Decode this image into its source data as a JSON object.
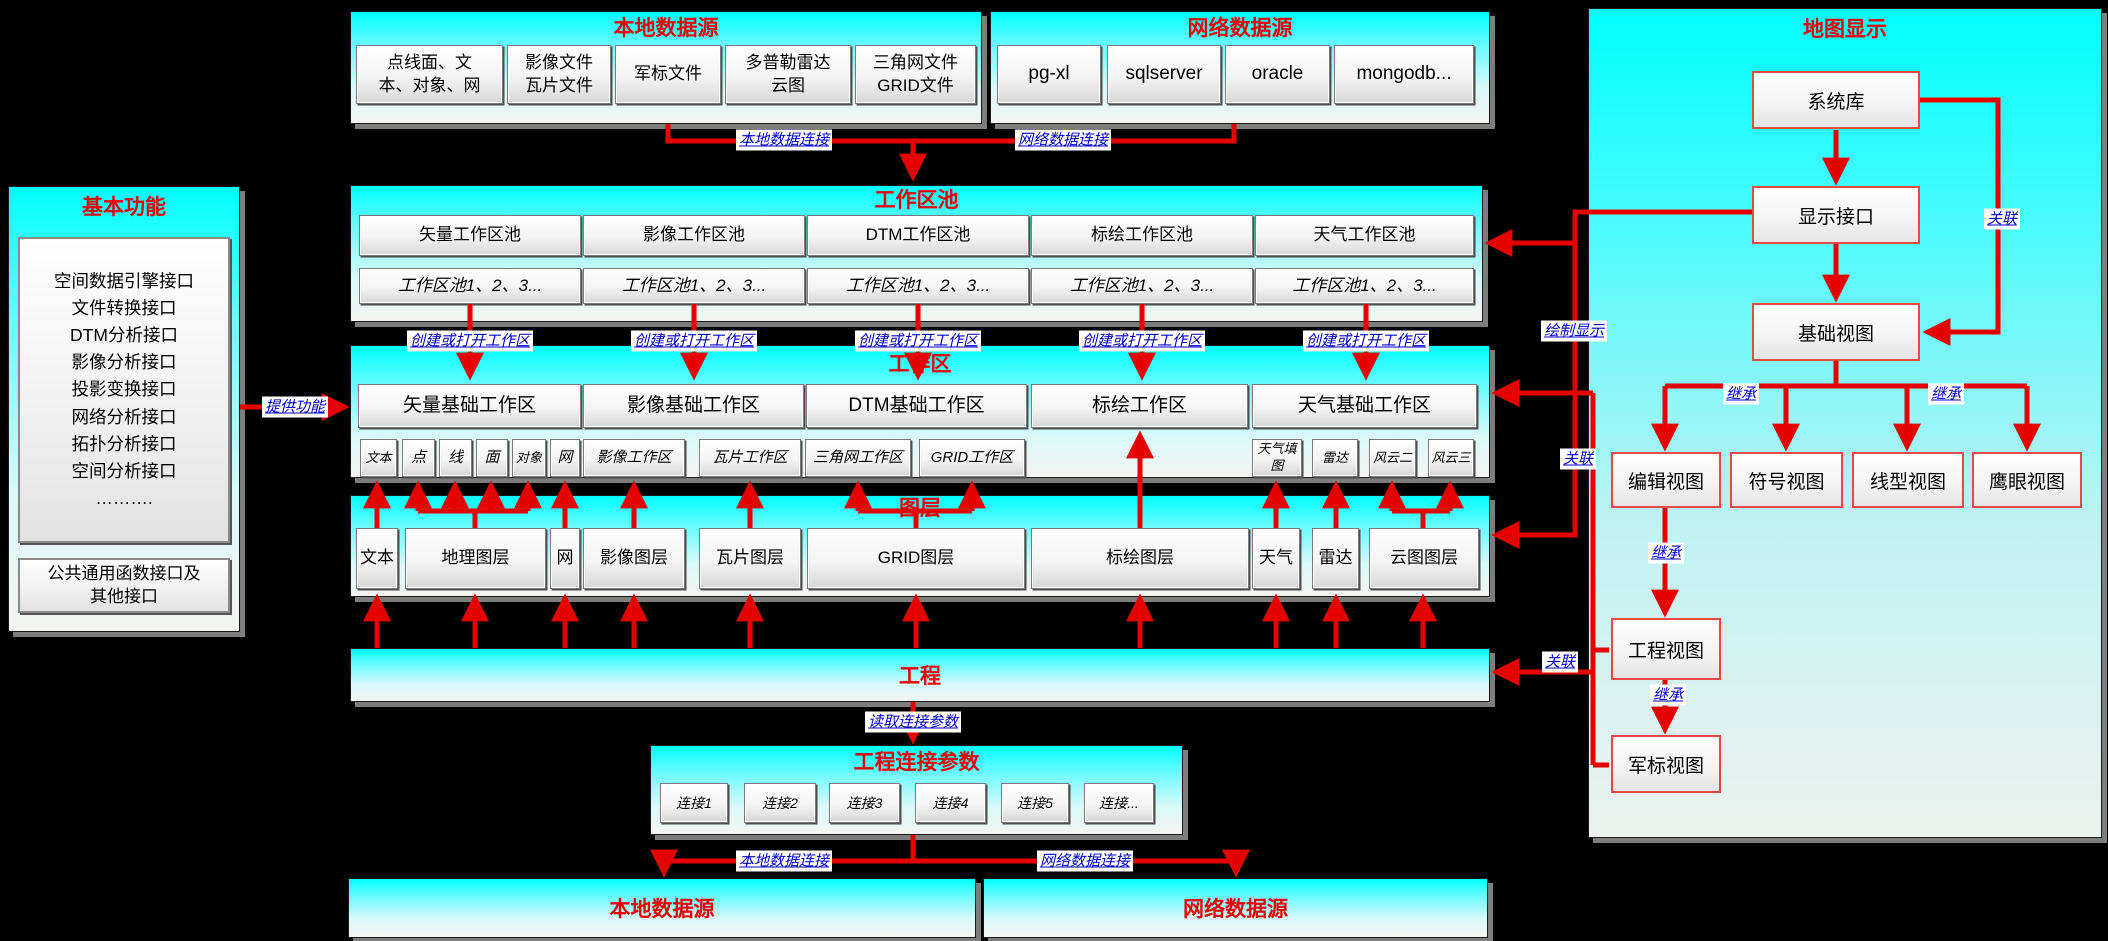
{
  "colors": {
    "background": "#000000",
    "panel_cyan": "#00feff",
    "title_red": "#e80000",
    "arrow_red": "#e60000",
    "label_blue": "#0000cc",
    "node_border_red": "#e94848"
  },
  "basic_functions": {
    "title": "基本功能",
    "interfaces": "空间数据引擎接口\n文件转换接口\nDTM分析接口\n影像分析接口\n投影变换接口\n网络分析接口\n拓扑分析接口\n空间分析接口\n……….",
    "other_box": "公共通用函数接口及\n其他接口"
  },
  "local_source_top": {
    "title": "本地数据源",
    "items": [
      "点线面、文\n本、对象、网",
      "影像文件\n瓦片文件",
      "军标文件",
      "多普勒雷达\n云图",
      "三角网文件\nGRID文件"
    ]
  },
  "network_source_top": {
    "title": "网络数据源",
    "items": [
      "pg-xl",
      "sqlserver",
      "oracle",
      "mongodb..."
    ]
  },
  "workspace_pool": {
    "title": "工作区池",
    "pools": [
      "矢量工作区池",
      "影像工作区池",
      "DTM工作区池",
      "标绘工作区池",
      "天气工作区池"
    ],
    "pool_list_label": "工作区池1、2、3..."
  },
  "workspace": {
    "title": "工作区",
    "areas": [
      "矢量基础工作区",
      "影像基础工作区",
      "DTM基础工作区",
      "标绘工作区",
      "天气基础工作区"
    ],
    "sub_items": [
      "文本",
      "点",
      "线",
      "面",
      "对象",
      "网",
      "影像工作区",
      "瓦片工作区",
      "三角网工作区",
      "GRID工作区",
      "天气填图",
      "雷达",
      "风云二",
      "风云三"
    ]
  },
  "layers": {
    "title": "图层",
    "items": [
      "文本",
      "地理图层",
      "网",
      "影像图层",
      "瓦片图层",
      "GRID图层",
      "标绘图层",
      "天气",
      "雷达",
      "云图图层"
    ]
  },
  "project": {
    "title": "工程"
  },
  "project_params": {
    "title": "工程连接参数",
    "items": [
      "连接1",
      "连接2",
      "连接3",
      "连接4",
      "连接5",
      "连接..."
    ]
  },
  "local_source_bottom": {
    "title": "本地数据源"
  },
  "network_source_bottom": {
    "title": "网络数据源"
  },
  "map_display": {
    "title": "地图显示",
    "nodes": [
      "系统库",
      "显示接口",
      "基础视图",
      "编辑视图",
      "符号视图",
      "线型视图",
      "鹰眼视图",
      "工程视图",
      "军标视图"
    ]
  },
  "labels": {
    "local_connection": "本地数据连接",
    "network_connection": "网络数据连接",
    "create_open_workspace": "创建或打开工作区",
    "provide_function": "提供功能",
    "draw_display": "绘制显示",
    "association": "关联",
    "inherit": "继承",
    "read_connection_params": "读取连接参数"
  }
}
